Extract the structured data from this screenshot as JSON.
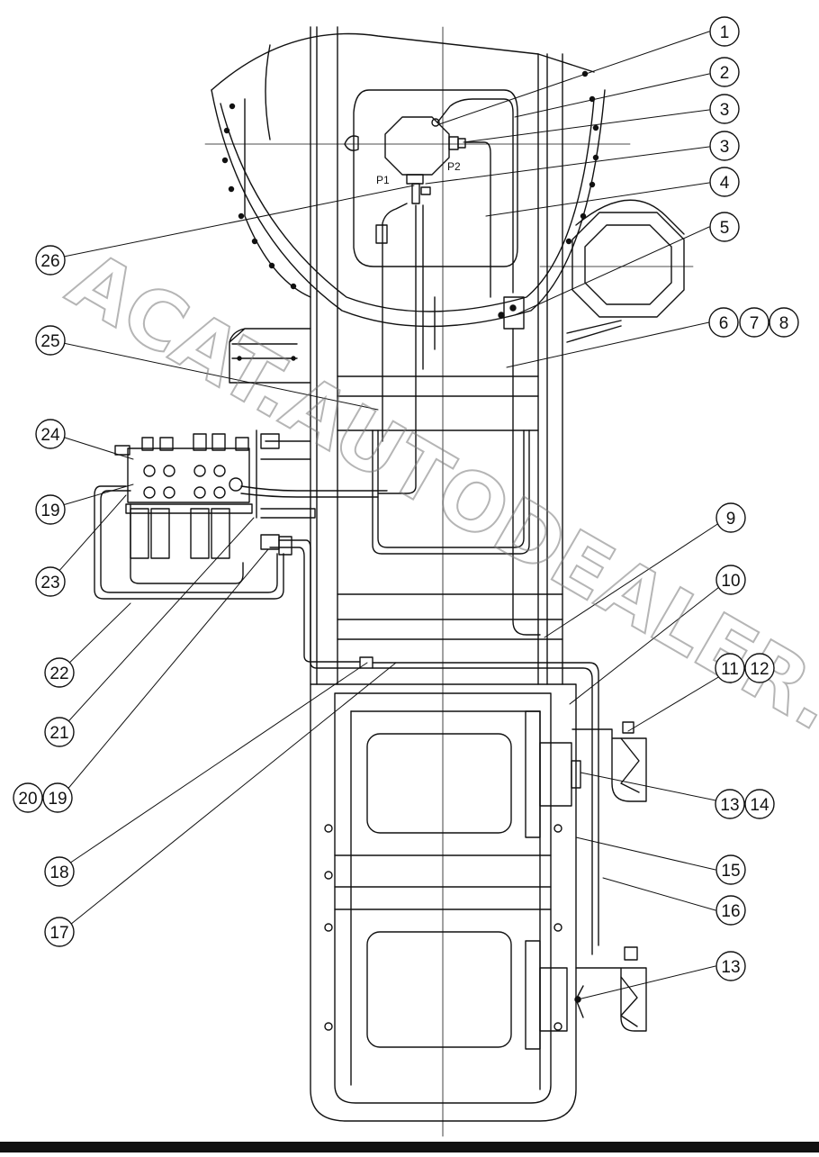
{
  "watermark": "ACAT.AUTODEALER.RU",
  "ports": [
    "P1",
    "P2"
  ],
  "callouts": [
    "1",
    "2",
    "3",
    "3",
    "4",
    "5",
    "6",
    "7",
    "8",
    "9",
    "10",
    "11",
    "12",
    "13",
    "14",
    "13",
    "15",
    "16",
    "17",
    "18",
    "19",
    "20",
    "19",
    "21",
    "22",
    "23",
    "24",
    "25",
    "26"
  ]
}
